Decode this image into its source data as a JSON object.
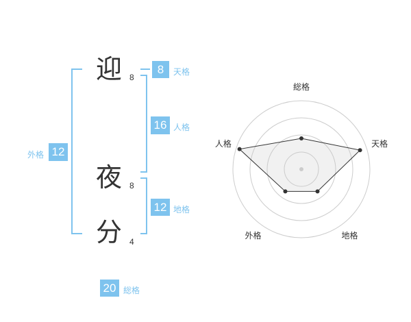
{
  "name": {
    "chars": [
      {
        "char": "迎",
        "strokes": "8"
      },
      {
        "char": "夜",
        "strokes": "8"
      },
      {
        "char": "分",
        "strokes": "4"
      }
    ]
  },
  "fortune": {
    "tenkaku": {
      "value": "8",
      "label": "天格"
    },
    "jinkaku": {
      "value": "16",
      "label": "人格"
    },
    "chikaku": {
      "value": "12",
      "label": "地格"
    },
    "gaikaku": {
      "value": "12",
      "label": "外格"
    },
    "soukaku": {
      "value": "20",
      "label": "総格"
    }
  },
  "colors": {
    "accent": "#7ec3ee",
    "text": "#333333"
  },
  "chart_data": {
    "type": "radar",
    "axes": [
      "総格",
      "天格",
      "地格",
      "外格",
      "人格"
    ],
    "values": [
      0.45,
      0.9,
      0.4,
      0.4,
      0.95
    ],
    "range": [
      0,
      1
    ],
    "rings": 4
  }
}
